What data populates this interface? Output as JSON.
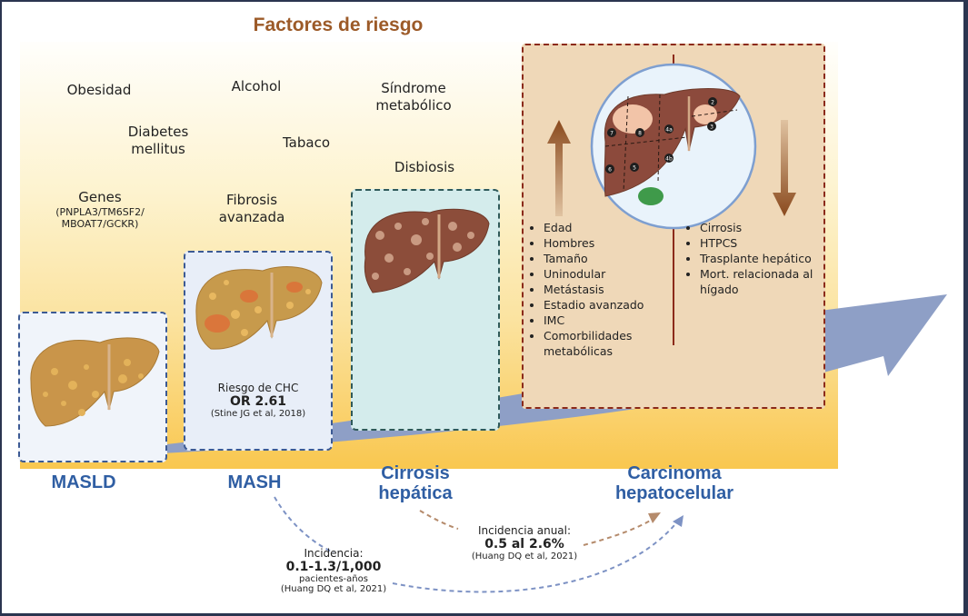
{
  "title": "Factores de riesgo",
  "risk_factors": [
    {
      "label": "Obesidad"
    },
    {
      "label": "Diabetes mellitus"
    },
    {
      "label": "Alcohol"
    },
    {
      "label": "Tabaco"
    },
    {
      "label": "Síndrome metabólico"
    },
    {
      "label": "Disbiosis"
    },
    {
      "label": "Genes",
      "detail": "(PNPLA3/TM6SF2/ MBOAT7/GCKR)"
    },
    {
      "label": "Fibrosis avanzada"
    }
  ],
  "stages": [
    {
      "label": "MASLD"
    },
    {
      "label": "MASH"
    },
    {
      "label": "Cirrosis hepática"
    },
    {
      "label": "Carcinoma hepatocelular"
    }
  ],
  "mash_box": {
    "risk_label": "Riesgo de CHC",
    "odds_ratio": "OR 2.61",
    "citation": "(Stine JG et al, 2018)"
  },
  "hcc_panel": {
    "increase_factors": [
      "Edad",
      "Hombres",
      "Tamaño",
      "Uninodular",
      "Metástasis",
      "Estadio avanzado",
      "IMC",
      "Comorbilidades metabólicas"
    ],
    "decrease_factors": [
      "Cirrosis",
      "HTPCS",
      "Trasplante hepático",
      "Mort. relacionada al hígado"
    ],
    "liver_segments": [
      "2",
      "3",
      "4a",
      "4b",
      "5",
      "6",
      "7",
      "8"
    ],
    "increase_arrow_color": "#8a4a1e",
    "decrease_arrow_color": "#8a4a1e"
  },
  "mash_incidence": {
    "label": "Incidencia:",
    "value": "0.1-1.3/1,000",
    "unit": "pacientes-años",
    "citation": "(Huang DQ et al, 2021)"
  },
  "cirrhosis_incidence": {
    "label": "Incidencia anual:",
    "value": "0.5 al 2.6%",
    "citation": "(Huang DQ et al, 2021)"
  },
  "colors": {
    "title": "#9c5a28",
    "stage_text": "#2f5ea3",
    "progress_arrow": "#8e9fc6",
    "mash_arrow": "#7d92c4",
    "cirrhosis_arrow": "#b58b6c"
  }
}
